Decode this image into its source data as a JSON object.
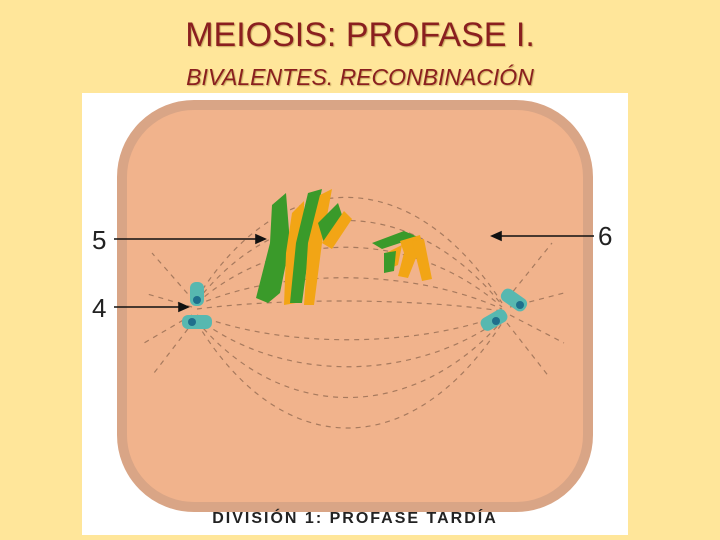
{
  "title": "MEIOSIS: PROFASE I.",
  "subtitle": "BIVALENTES. RECONBINACIÓN",
  "caption": "DIVISIÓN 1: PROFASE TARDÍA",
  "labels": {
    "five": "5",
    "four": "4",
    "six": "6"
  },
  "colors": {
    "background": "#ffe69a",
    "cell_fill": "#f1b38c",
    "cell_border": "#d9a586",
    "chromosome_green": "#3a9a2a",
    "chromosome_orange": "#f2a515",
    "centriole": "#57b8b0",
    "title": "#8a1f1f"
  },
  "icons": [
    "centriole-pair-left",
    "centriole-pair-right",
    "spindle-fibers",
    "bivalent-chromosomes"
  ]
}
